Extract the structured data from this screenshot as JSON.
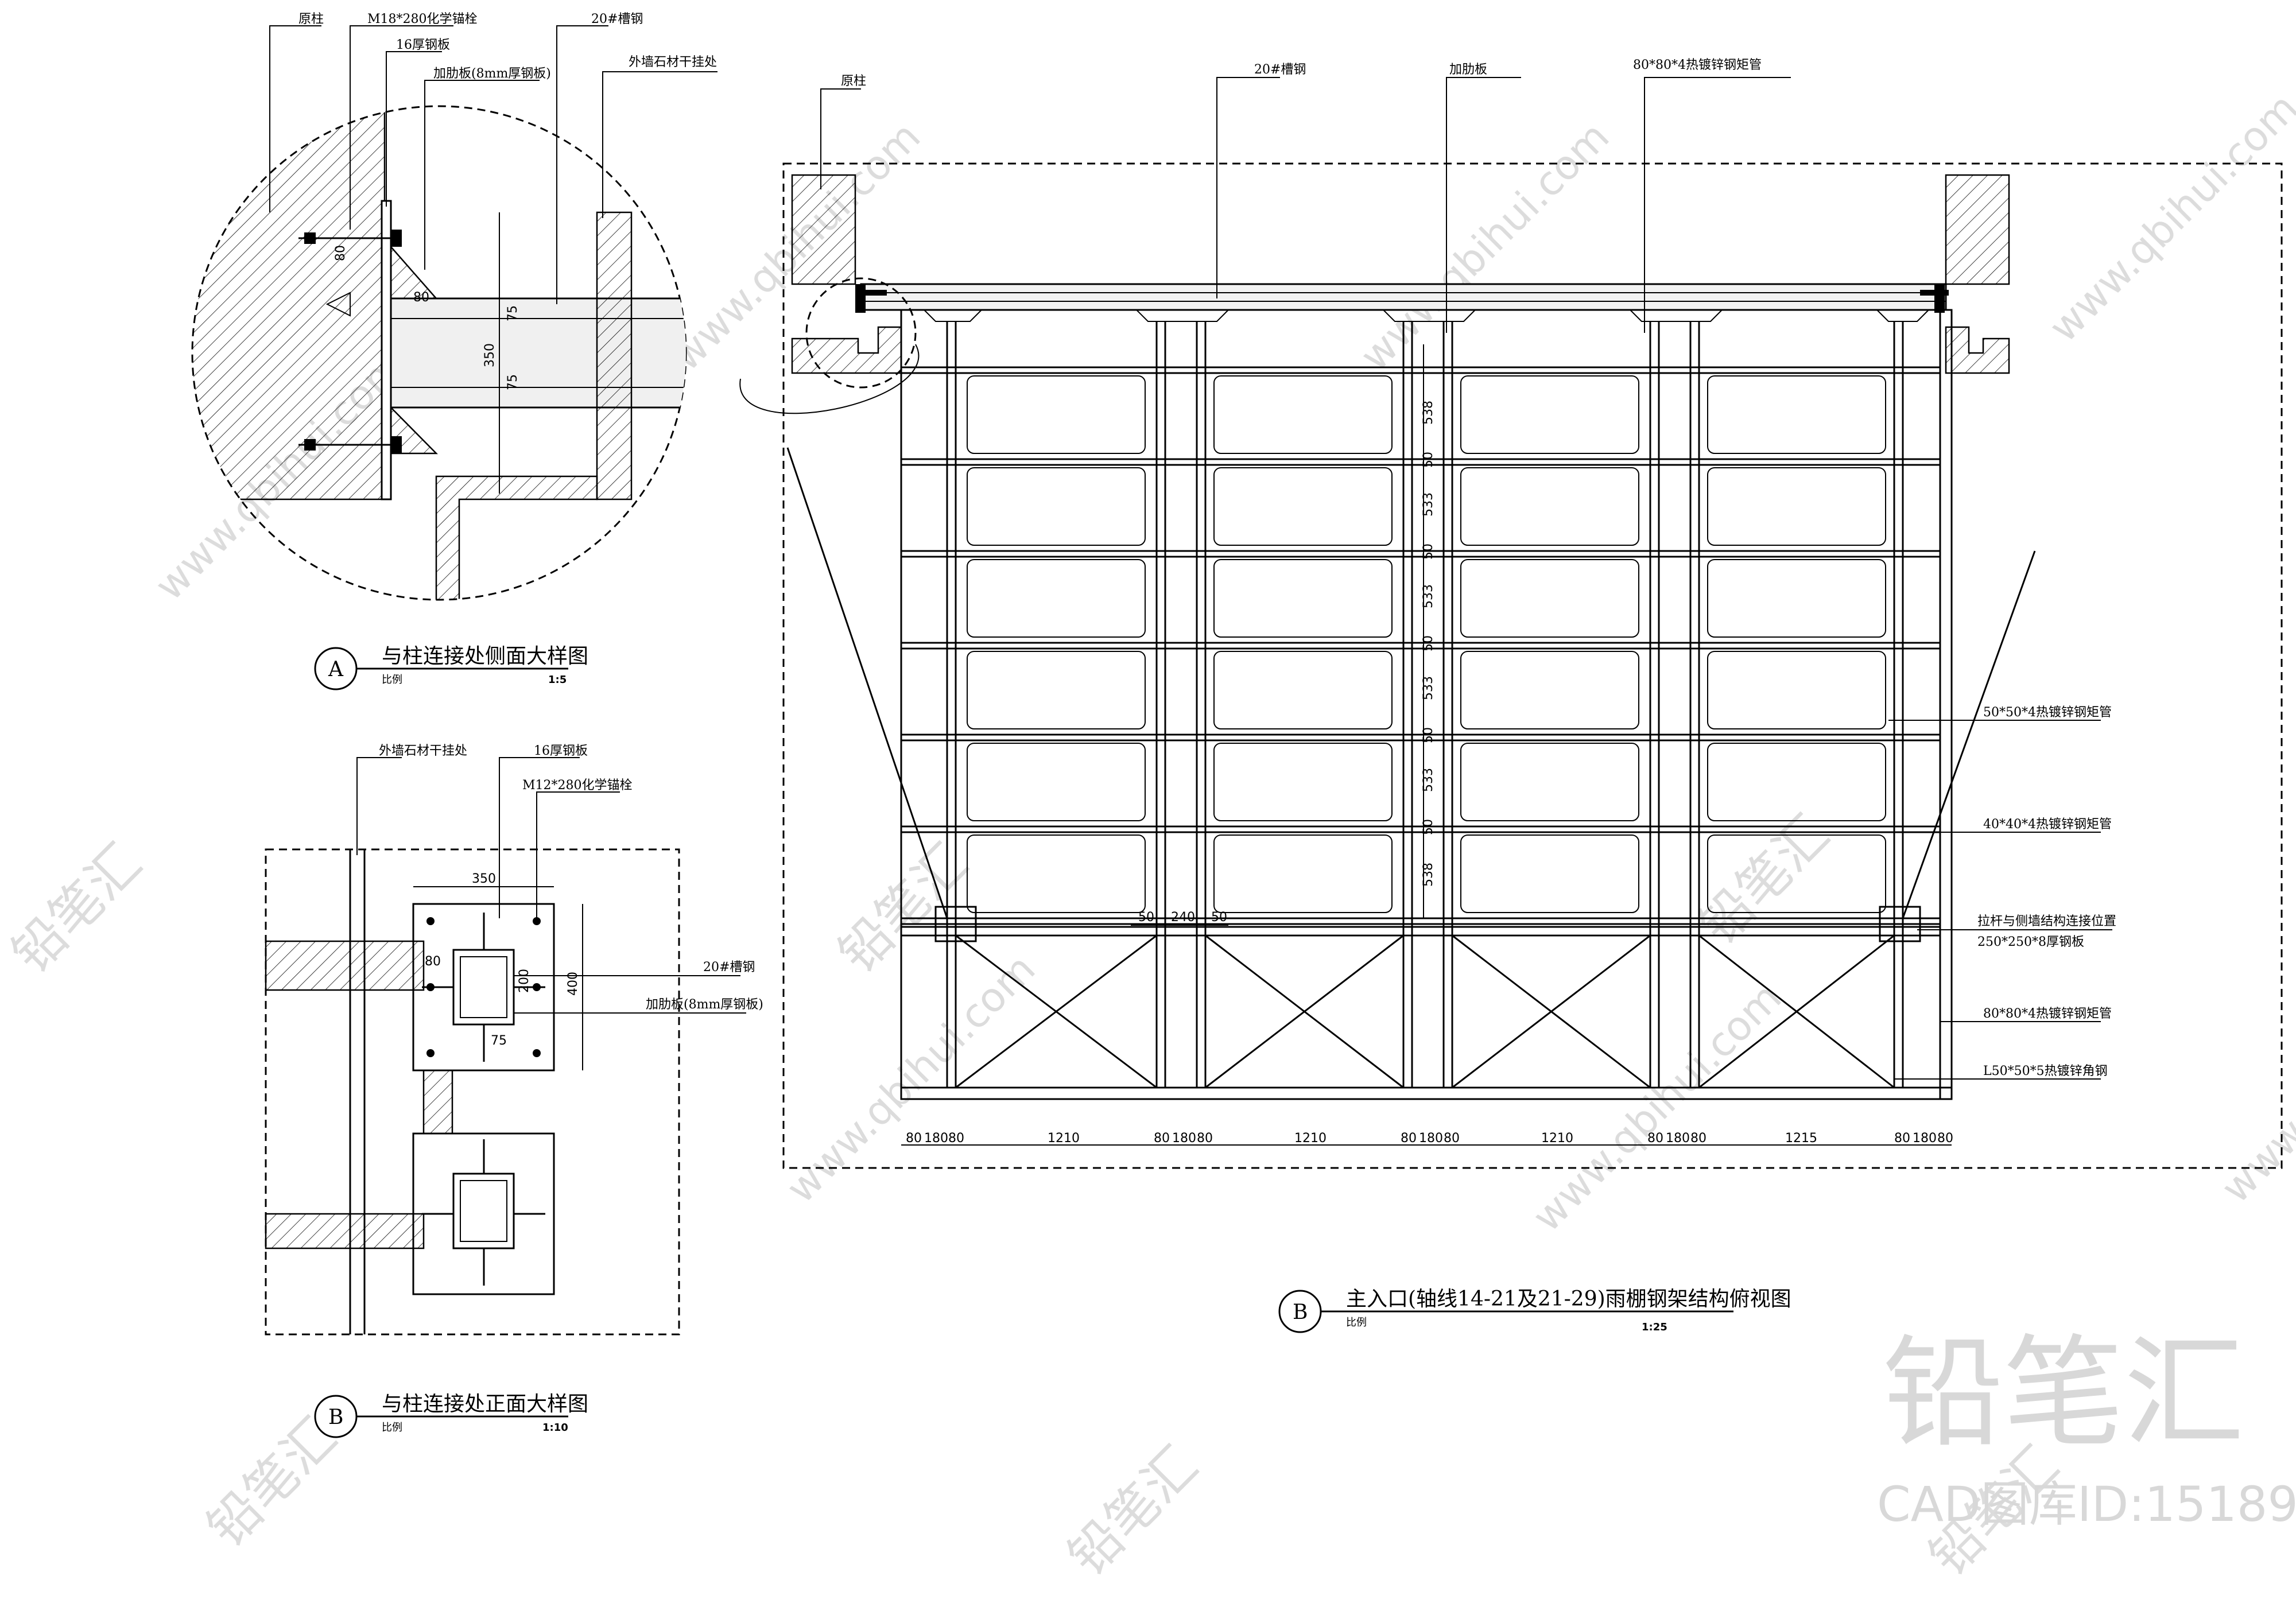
{
  "detail_a": {
    "marker": "A",
    "title": "与柱连接处侧面大样图",
    "scale_label": "比例",
    "scale": "1:5",
    "callouts": {
      "column": "原柱",
      "bolt": "M18*280化学锚栓",
      "plate": "16厚钢板",
      "rib": "加肋板(8mm厚钢板)",
      "channel": "20#槽钢",
      "stone": "外墙石材干挂处"
    },
    "dims": {
      "d80a": "80",
      "d80b": "80",
      "d75a": "75",
      "d75b": "75",
      "d350": "350"
    }
  },
  "detail_b": {
    "marker": "B",
    "title": "与柱连接处正面大样图",
    "scale_label": "比例",
    "scale": "1:10",
    "callouts": {
      "stone": "外墙石材干挂处",
      "plate": "16厚钢板",
      "bolt": "M12*280化学锚栓",
      "channel": "20#槽钢",
      "rib": "加肋板(8mm厚钢板)"
    },
    "dims": {
      "d350": "350",
      "d80": "80",
      "d200": "200",
      "d400": "400",
      "d75": "75"
    }
  },
  "plan": {
    "marker": "B",
    "title": "主入口(轴线14-21及21-29)雨棚钢架结构俯视图",
    "scale_label": "比例",
    "scale": "1:25",
    "top_callouts": {
      "column": "原柱",
      "channel": "20#槽钢",
      "rib": "加肋板",
      "tube": "80*80*4热镀锌钢矩管"
    },
    "side_callouts": {
      "c1": "50*50*4热镀锌钢矩管",
      "c2": "40*40*4热镀锌钢矩管",
      "c3": "拉杆与侧墙结构连接位置",
      "c3b": "250*250*8厚钢板",
      "c4": "80*80*4热镀锌钢矩管",
      "c5": "L50*50*5热镀锌角钢"
    },
    "vertical_dims": [
      "538",
      "50",
      "533",
      "50",
      "533",
      "50",
      "533",
      "50",
      "533",
      "50",
      "538"
    ],
    "mid_dims": [
      "50",
      "240",
      "50"
    ],
    "bottom_dims": [
      "80",
      "180",
      "80",
      "1210",
      "80",
      "180",
      "80",
      "1210",
      "80",
      "180",
      "80",
      "1210",
      "80",
      "180",
      "80",
      "1215",
      "80",
      "180",
      "80"
    ]
  },
  "watermark": {
    "brand": "铅笔汇",
    "url": "www.qbihui.com",
    "cad_id": "CAD图库ID:15189"
  }
}
